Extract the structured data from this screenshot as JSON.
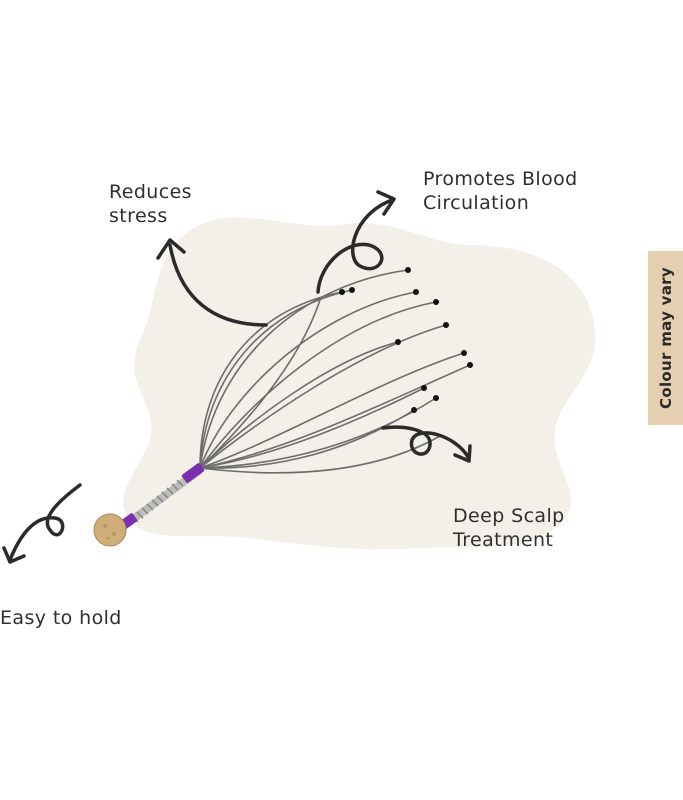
{
  "features": {
    "reduces_stress": "Reduces\nstress",
    "blood_circulation": "Promotes Blood\nCirculation",
    "deep_scalp": "Deep Scalp\nTreatment",
    "easy_hold": "Easy to hold"
  },
  "side_tab": {
    "text": "Colour may vary",
    "color": "#e5cfb0"
  },
  "colors": {
    "blob": "#f3efe9",
    "arrow": "#2b2b2b",
    "wire": "#6e6e6e",
    "tip": "#111111",
    "collar": "#7a2fb0",
    "cork": "#cfae78"
  },
  "icons": [
    "curved-arrow-icon",
    "spiral-arrow-icon",
    "loop-arrow-icon",
    "swirl-arrow-icon"
  ]
}
